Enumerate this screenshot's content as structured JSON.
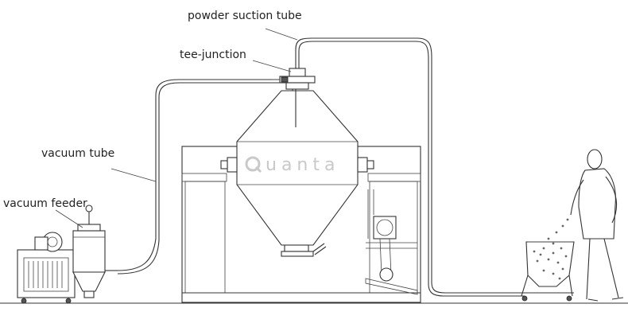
{
  "labels": {
    "powder_suction_tube": "powder suction tube",
    "tee_junction": "tee-junction",
    "vacuum_tube": "vacuum tube",
    "vacuum_feeder": "vacuum feeder"
  },
  "logo_text": "uanta",
  "colors": {
    "line": "#333333",
    "watermark": "#c9c9c9",
    "background": "#ffffff"
  }
}
